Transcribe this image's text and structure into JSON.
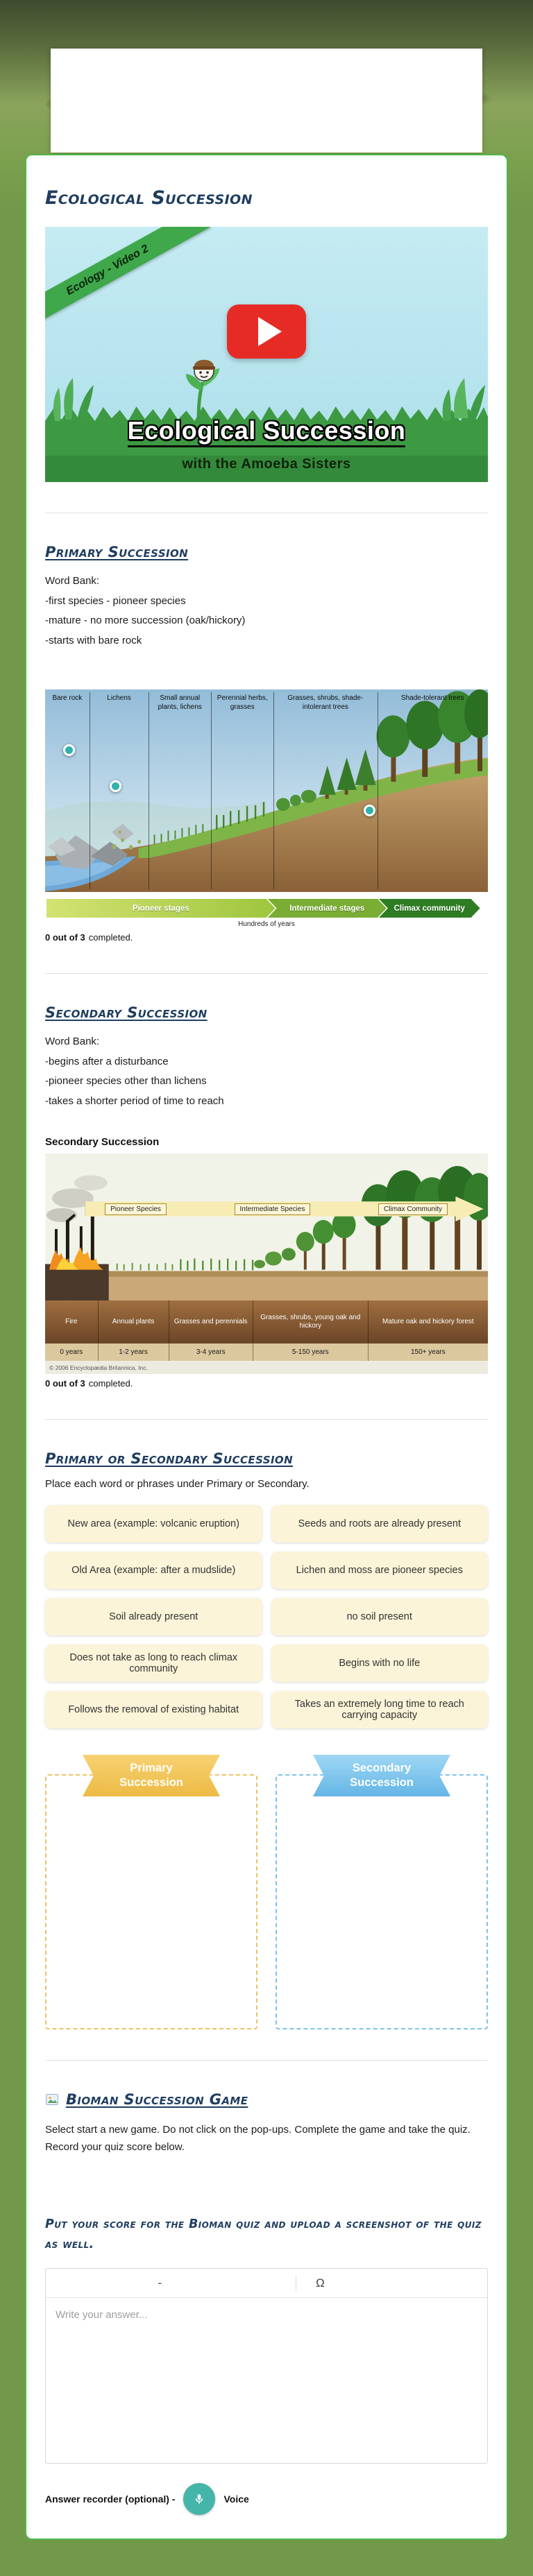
{
  "worksheet": {
    "title": "Ecological Succession"
  },
  "video": {
    "corner_banner": "Ecology - Video 2",
    "title": "Ecological Succession",
    "subtitle": "with the Amoeba Sisters"
  },
  "primary": {
    "heading": "Primary Succession",
    "word_bank": [
      "Word Bank:",
      "-first species - pioneer species",
      "-mature - no more succession (oak/hickory)",
      "-starts with bare rock"
    ],
    "completion": {
      "count": "0 out of 3",
      "suffix": "completed."
    },
    "diagram": {
      "stage_labels": [
        "Bare rock",
        "Lichens",
        "Small annual plants, lichens",
        "Perennial herbs, grasses",
        "Grasses, shrubs, shade-intolerant trees",
        "Shade-tolerant trees"
      ],
      "arrow_labels": [
        "Pioneer stages",
        "Intermediate stages",
        "Climax community"
      ],
      "time_label": "Hundreds of years"
    }
  },
  "secondary": {
    "heading": "Secondary Succession",
    "word_bank": [
      "Word Bank:",
      "-begins after a disturbance",
      "-pioneer species other than lichens",
      "-takes a shorter period of time to reach"
    ],
    "completion": {
      "count": "0 out of 3",
      "suffix": "completed."
    },
    "diagram": {
      "title": "Secondary Succession",
      "arrow_labels": [
        "Pioneer Species",
        "Intermediate Species",
        "Climax Community"
      ],
      "stage_labels": [
        "Fire",
        "Annual plants",
        "Grasses and perennials",
        "Grasses, shrubs, young oak and hickory",
        "Mature oak and hickory forest"
      ],
      "timeline": [
        "0 years",
        "1-2 years",
        "3-4 years",
        "5-150 years",
        "150+ years"
      ],
      "copyright": "© 2006 Encyclopædia Britannica, Inc."
    }
  },
  "sorting": {
    "heading": "Primary or Secondary Succession",
    "instructions": "Place each word or phrases under Primary or Secondary.",
    "cards": [
      "New area (example: volcanic eruption)",
      "Seeds and roots are already present",
      "Old Area (example: after a mudslide)",
      "Lichen and moss are pioneer species",
      "Soil already present",
      "no soil present",
      "Does not take as long to reach climax community",
      "Begins with no life",
      "Follows the removal of existing habitat",
      "Takes an extremely long time to reach carrying capacity"
    ],
    "primary_label": "Primary Succession",
    "secondary_label": "Secondary Succession"
  },
  "bioman": {
    "heading": "Bioman Succession Game",
    "instructions": "Select start a new game. Do not click on the pop-ups. Complete the game and take the quiz. Record your quiz score below.",
    "score_heading": "Put your score for the Bioman quiz and upload a screenshot of the quiz as well.",
    "editor": {
      "toolbar_dash": "-",
      "toolbar_omega": "Ω",
      "placeholder": "Write your answer..."
    },
    "recorder_label": "Answer recorder (optional) -",
    "voice_label": "Voice"
  },
  "colors": {
    "card_border_green": "#4cb648",
    "heading_navy": "#1e3d5f",
    "word_card_cream": "#fbf4d8",
    "primary_ribbon_yellow": "#edba44",
    "secondary_ribbon_blue": "#64b5e6",
    "youtube_red": "#e62b26",
    "recorder_teal": "#45b5a9",
    "drop_marker_teal": "#2fb3ab"
  }
}
